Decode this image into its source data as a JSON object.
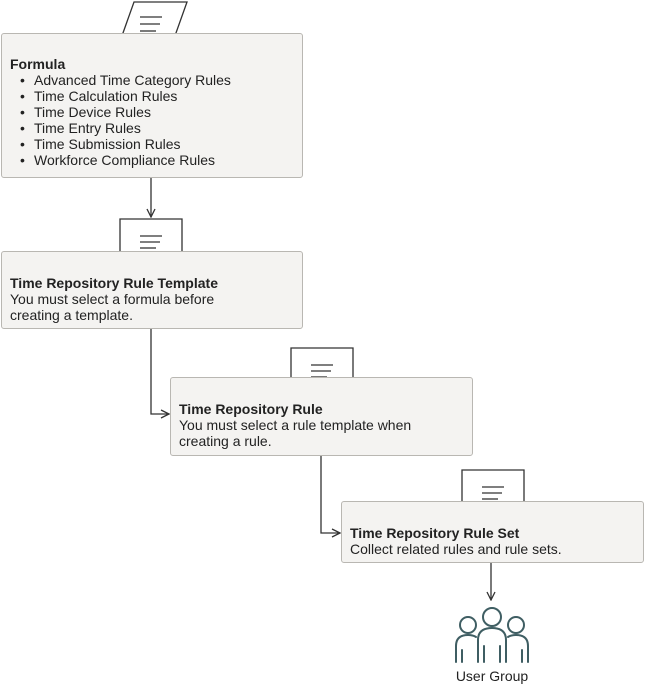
{
  "formula": {
    "title": "Formula",
    "rules": [
      "Advanced Time Category Rules",
      "Time Calculation Rules",
      "Time Device Rules",
      "Time Entry Rules",
      "Time Submission Rules",
      "Workforce Compliance Rules"
    ]
  },
  "template": {
    "title": "Time Repository Rule Template",
    "description": "You must select a formula before creating a template."
  },
  "rule": {
    "title": "Time Repository Rule",
    "description": "You must select a rule template when creating a rule."
  },
  "rule_set": {
    "title": "Time Repository Rule Set",
    "description": "Collect related rules and rule sets."
  },
  "user_group": {
    "label": "User Group"
  },
  "colors": {
    "box_fill": "#f4f3f1",
    "box_border": "#b9b7b2",
    "line": "#333333",
    "user_icon": "#3f5e63"
  },
  "icons": [
    "parallelogram-document-icon",
    "document-icon",
    "user-group-icon"
  ]
}
